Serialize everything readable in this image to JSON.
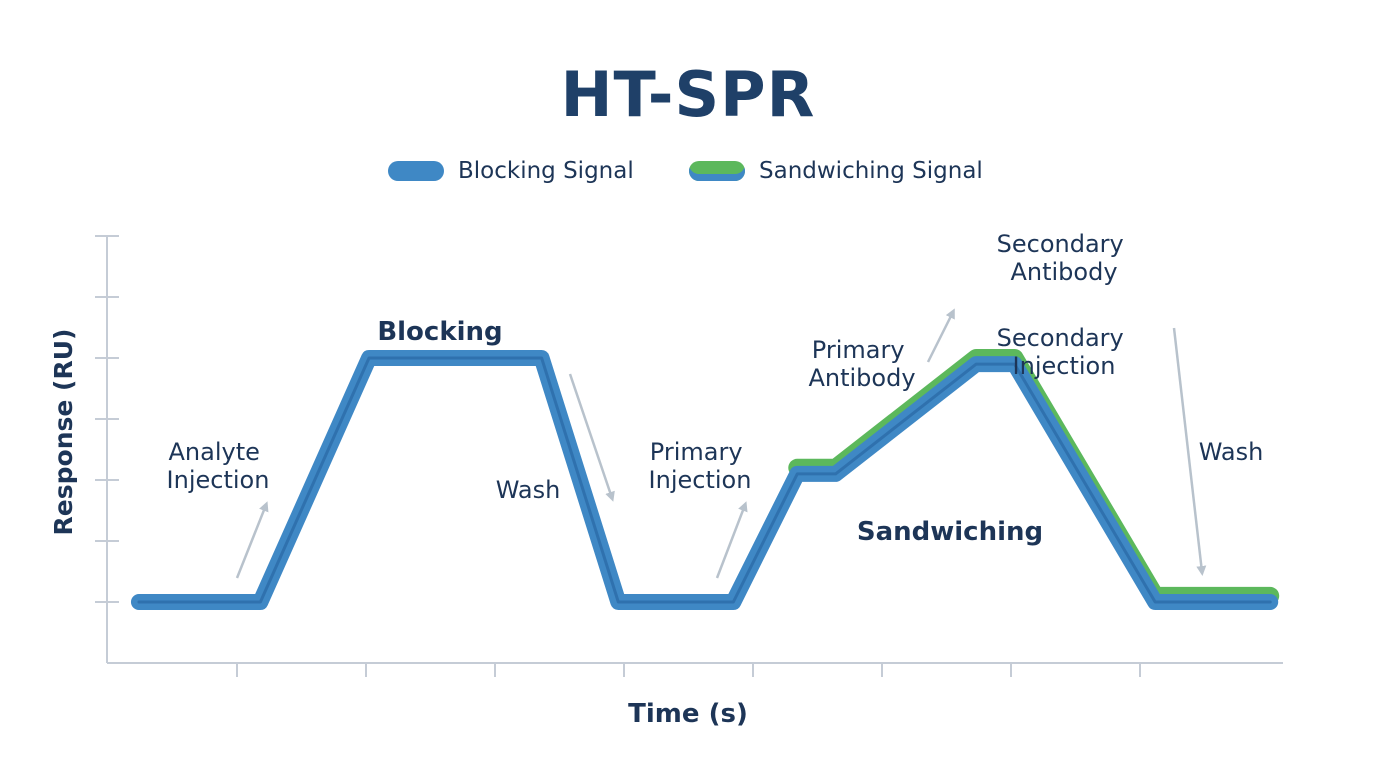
{
  "title": "HT-SPR",
  "chart_data": {
    "type": "line",
    "title": "HT-SPR",
    "xlabel": "Time (s)",
    "ylabel": "Response (RU)",
    "x_ticks": 8,
    "y_ticks": 6,
    "legend_position": "top-center",
    "grid": false,
    "xlim": [
      0,
      9.2
    ],
    "ylim": [
      0,
      7
    ],
    "series": [
      {
        "name": "Blocking Signal",
        "color": "#3f88c5",
        "x": [
          0.25,
          1.2,
          2.05,
          3.4,
          4.0,
          4.9,
          5.4,
          5.7,
          6.8,
          7.1,
          8.2,
          8.45,
          9.1
        ],
        "y": [
          1.0,
          1.0,
          5.0,
          5.0,
          1.0,
          1.0,
          3.1,
          3.1,
          4.9,
          4.9,
          1.0,
          1.0,
          1.0
        ]
      },
      {
        "name": "Sandwiching Signal",
        "color": "#5cb85c",
        "x": [
          5.4,
          5.7,
          6.8,
          7.1,
          8.2,
          8.45,
          9.1
        ],
        "y": [
          3.2,
          3.2,
          5.0,
          5.0,
          1.1,
          1.1,
          1.1
        ]
      }
    ],
    "annotations": [
      "Blocking",
      "Analyte Injection",
      "Wash",
      "Primary Injection",
      "Primary Antibody",
      "Secondary Antibody",
      "Secondary Injection",
      "Wash",
      "Sandwiching"
    ]
  }
}
